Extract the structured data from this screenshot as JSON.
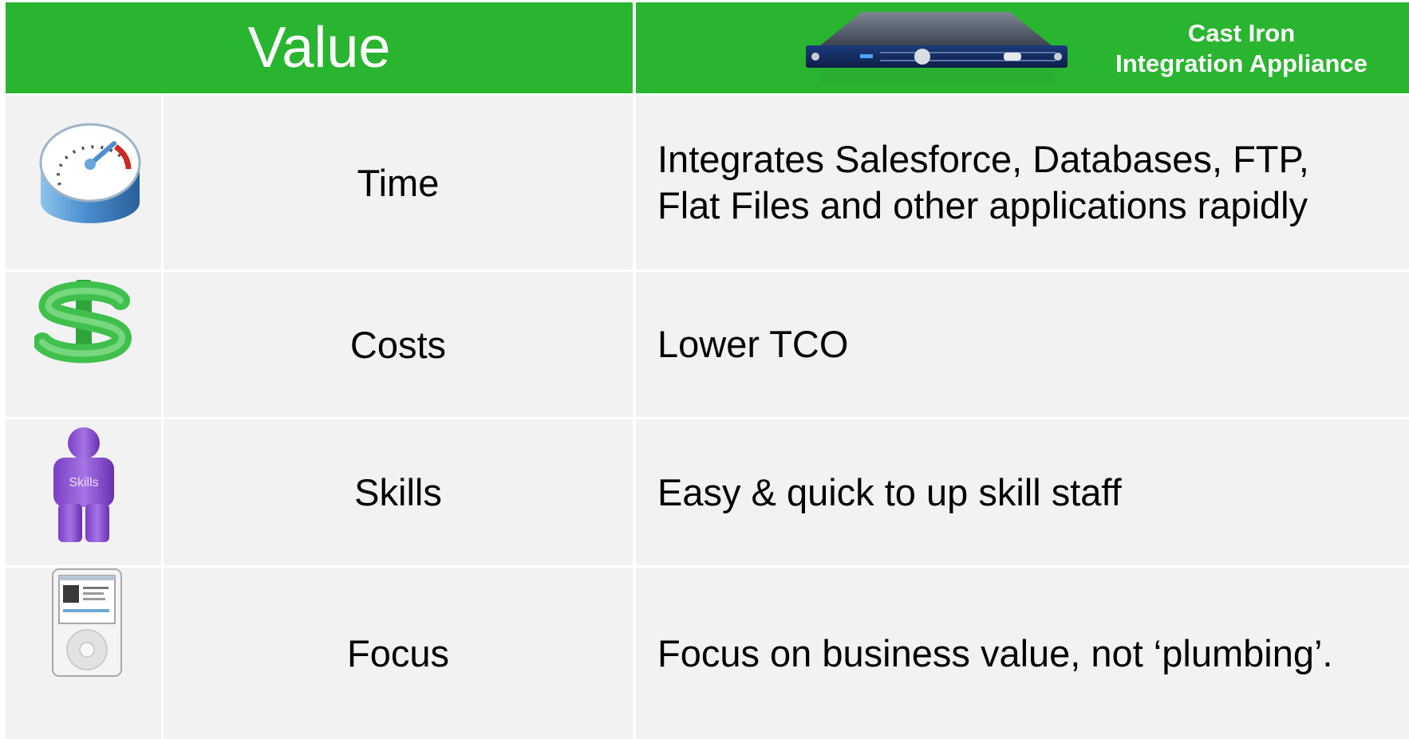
{
  "header": {
    "title": "Value",
    "product_line1": "Cast Iron",
    "product_line2": "Integration Appliance"
  },
  "rows": [
    {
      "icon": "gauge-icon",
      "label": "Time",
      "description_line1": "Integrates Salesforce, Databases, FTP,",
      "description_line2": "Flat Files and other applications rapidly"
    },
    {
      "icon": "dollar-icon",
      "label": "Costs",
      "description_line1": "Lower TCO",
      "description_line2": ""
    },
    {
      "icon": "skills-person-icon",
      "label": "Skills",
      "icon_text": "Skills",
      "description_line1": "Easy & quick to up skill staff",
      "description_line2": ""
    },
    {
      "icon": "media-player-icon",
      "label": "Focus",
      "description_line1": "Focus on business value, not ‘plumbing’.",
      "description_line2": ""
    }
  ],
  "colors": {
    "header_green": "#29b52f",
    "row_background": "#f2f2f2"
  }
}
